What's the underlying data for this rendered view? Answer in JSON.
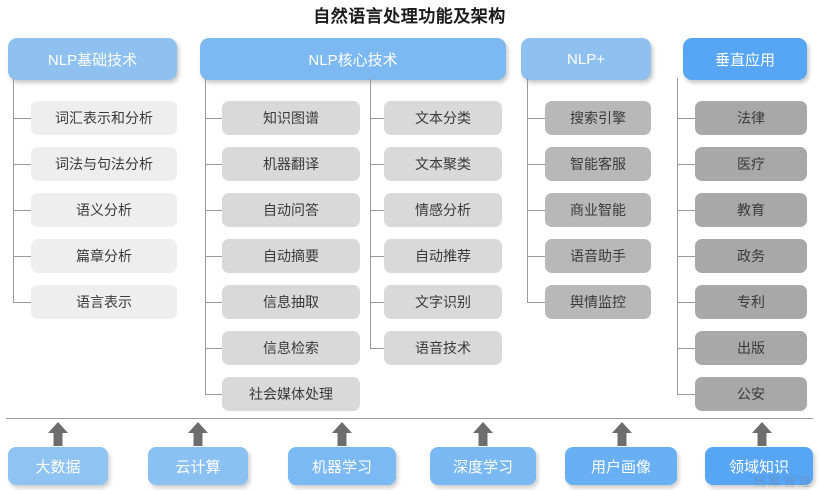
{
  "title": "自然语言处理功能及架构",
  "palette": {
    "header_light_blue": "#8ec1f0",
    "header_blue": "#7cb9f2",
    "header_strong_blue": "#57a6f5",
    "leaf_very_light": "#eeeeee",
    "leaf_light": "#d9d9d9",
    "leaf_medium": "#b8b8b8",
    "leaf_dark": "#a8a8a8",
    "line_gray": "#9a9a9a",
    "arrow_gray": "#6d6d6d",
    "title_color": "#1a1a1a"
  },
  "columns": [
    {
      "id": "nlp-basic",
      "header": "NLP基础技术",
      "header_color": "#8ec1f0",
      "leaf_color": "#eeeeee",
      "items": [
        "词汇表示和分析",
        "词法与句法分析",
        "语义分析",
        "篇章分析",
        "语言表示"
      ]
    },
    {
      "id": "nlp-core-a",
      "header": "NLP核心技术",
      "header_color": "#7cb9f2",
      "leaf_color": "#d9d9d9",
      "items": [
        "知识图谱",
        "机器翻译",
        "自动问答",
        "自动摘要",
        "信息抽取",
        "信息检索",
        "社会媒体处理"
      ]
    },
    {
      "id": "nlp-core-b",
      "header": "",
      "header_color": "#7cb9f2",
      "leaf_color": "#d9d9d9",
      "items": [
        "文本分类",
        "文本聚类",
        "情感分析",
        "自动推荐",
        "文字识别",
        "语音技术"
      ]
    },
    {
      "id": "nlp-plus",
      "header": "NLP+",
      "header_color": "#8ec1f0",
      "leaf_color": "#b8b8b8",
      "items": [
        "搜索引擎",
        "智能客服",
        "商业智能",
        "语音助手",
        "舆情监控"
      ]
    },
    {
      "id": "vertical-apps",
      "header": "垂直应用",
      "header_color": "#57a6f5",
      "leaf_color": "#a8a8a8",
      "items": [
        "法律",
        "医疗",
        "教育",
        "政务",
        "专利",
        "出版",
        "公安"
      ]
    }
  ],
  "foundation": {
    "items": [
      {
        "label": "大数据",
        "color": "#8fc3f2"
      },
      {
        "label": "云计算",
        "color": "#8bc0f2"
      },
      {
        "label": "机器学习",
        "color": "#7ab9f3"
      },
      {
        "label": "深度学习",
        "color": "#79b8f3"
      },
      {
        "label": "用户画像",
        "color": "#68aff4"
      },
      {
        "label": "领域知识",
        "color": "#57a6f5"
      }
    ],
    "arrow_icon": "arrow-up-icon"
  },
  "watermark": "档案管理"
}
